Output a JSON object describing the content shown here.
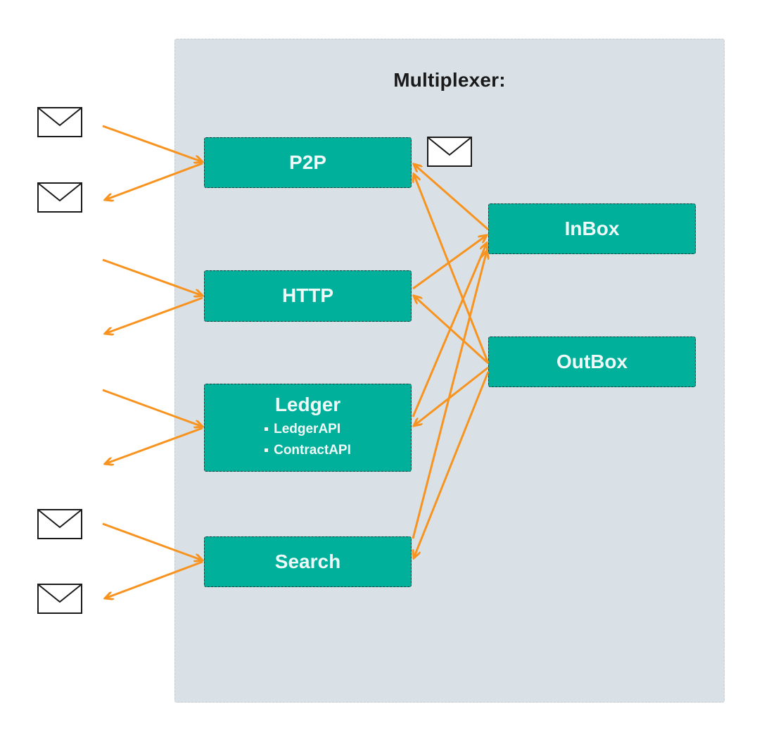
{
  "diagram": {
    "title": "Multiplexer:",
    "modules": {
      "p2p": {
        "label": "P2P"
      },
      "http": {
        "label": "HTTP"
      },
      "ledger": {
        "label": "Ledger",
        "items": [
          "LedgerAPI",
          "ContractAPI"
        ]
      },
      "search": {
        "label": "Search"
      },
      "inbox": {
        "label": "InBox"
      },
      "outbox": {
        "label": "OutBox"
      }
    },
    "icons": {
      "envelope": "envelope-icon"
    },
    "colors": {
      "panel": "#d9e1e6",
      "module": "#00b09b",
      "arrow": "#f7931e",
      "text": "#1a1a1a"
    }
  }
}
